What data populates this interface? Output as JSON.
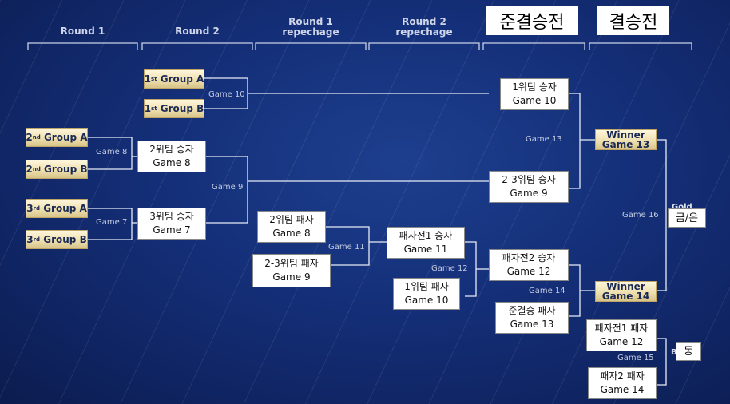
{
  "round_headers": [
    {
      "id": "round1",
      "text": "Round 1"
    },
    {
      "id": "round2",
      "text": "Round 2"
    },
    {
      "id": "round1rep",
      "line1": "Round 1",
      "line2": "repechage"
    },
    {
      "id": "round2rep",
      "line1": "Round 2",
      "line2": "repechage"
    }
  ],
  "overlay_titles": {
    "semifinal": "준결승전",
    "final": "결승전"
  },
  "seeds": {
    "first_a": {
      "sup": "st",
      "name": "1",
      "rest": " Group A"
    },
    "first_b": {
      "sup": "st",
      "name": "1",
      "rest": " Group B"
    },
    "second_a": {
      "sup": "nd",
      "name": "2",
      "rest": " Group A"
    },
    "second_b": {
      "sup": "nd",
      "name": "2",
      "rest": " Group B"
    },
    "third_a": {
      "sup": "rd",
      "name": "3",
      "rest": " Group A"
    },
    "third_b": {
      "sup": "rd",
      "name": "3",
      "rest": " Group B"
    }
  },
  "winner_boxes": {
    "w13": {
      "line1": "Winner",
      "line2": "Game 13"
    },
    "w14": {
      "line1": "Winner",
      "line2": "Game 14"
    }
  },
  "game_labels": {
    "g7": "Game 7",
    "g8": "Game 8",
    "g9": "Game 9",
    "g10": "Game 10",
    "g11": "Game 11",
    "g12": "Game 12",
    "g13": "Game 13",
    "g14": "Game 14",
    "g15": "Game 15",
    "g16": "Game 16"
  },
  "note_boxes": {
    "r2_top": {
      "line1": "2위팀 승자",
      "line2": "Game 8"
    },
    "r2_bot": {
      "line1": "3위팀 승자",
      "line2": "Game 7"
    },
    "r1rep_top": {
      "line1": "2위팀 패자",
      "line2": "Game 8"
    },
    "r1rep_bot": {
      "line1": "2-3위팀 패자",
      "line2": "Game 9"
    },
    "r2rep_top": {
      "line1": "패자전1 승자",
      "line2": "Game 11"
    },
    "r2rep_bot": {
      "line1": "1위팀 패자",
      "line2": "Game 10"
    },
    "semi_top": {
      "line1": "1위팀 승자",
      "line2": "Game 10"
    },
    "semi_mid": {
      "line1": "2-3위팀 승자",
      "line2": "Game 9"
    },
    "semi_rep": {
      "line1": "패자전2 승자",
      "line2": "Game 12"
    },
    "semi_loser": {
      "line1": "준결승 패자",
      "line2": "Game 13"
    },
    "bronze_top": {
      "line1": "패자전1 패자",
      "line2": "Game 12"
    },
    "bronze_bot": {
      "line1": "패자2 패자",
      "line2": "Game 14"
    }
  },
  "medal_labels": {
    "gold_partial": "Gold",
    "gold_silver": "금/은",
    "bronze_partial": "B",
    "bronze": "동"
  },
  "colors": {
    "line": "#e6ebf5",
    "bracket": "#c9d1e6",
    "gold_top": "#fff7dc",
    "gold_bottom": "#d8c489"
  }
}
